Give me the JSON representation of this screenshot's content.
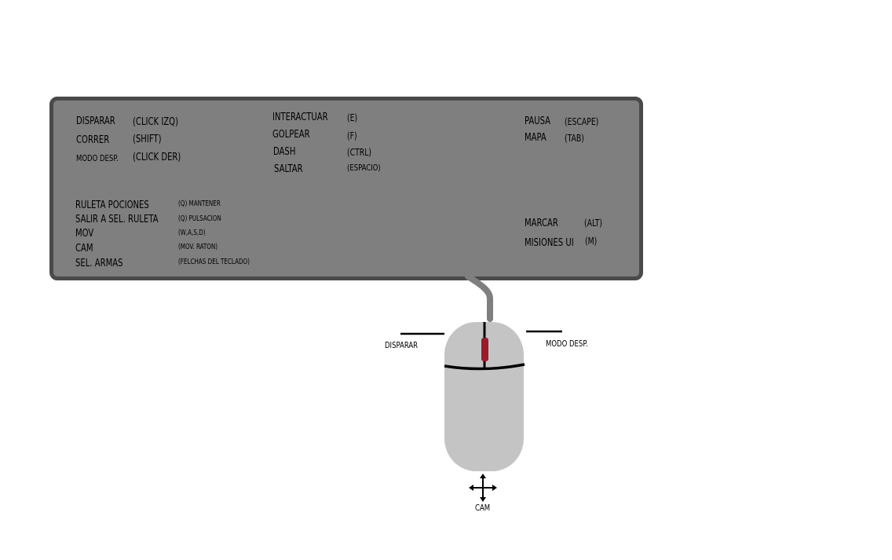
{
  "controls_panel": {
    "col1_top": [
      {
        "action": "DISPARAR",
        "key": "(CLICK IZQ)"
      },
      {
        "action": "CORRER",
        "key": "(SHIFT)"
      },
      {
        "action": "MODO DESP.",
        "key": "(CLICK DER)"
      }
    ],
    "col2_top": [
      {
        "action": "INTERACTUAR",
        "key": "(E)"
      },
      {
        "action": "GOLPEAR",
        "key": "(F)"
      },
      {
        "action": "DASH",
        "key": "(CTRL)"
      },
      {
        "action": "SALTAR",
        "key": "(ESPACIO)"
      }
    ],
    "col3_top": [
      {
        "action": "PAUSA",
        "key": "(ESCAPE)"
      },
      {
        "action": "MAPA",
        "key": "(TAB)"
      }
    ],
    "col1_bottom": [
      {
        "action": "RULETA POCIONES",
        "key": "(Q)  MANTENER"
      },
      {
        "action": "SALIR A SEL. RULETA",
        "key": "(Q)  PULSACION"
      },
      {
        "action": "MOV",
        "key": "(W,A,S,D)"
      },
      {
        "action": "CAM",
        "key": "(MOV. RATON)"
      },
      {
        "action": "SEL. ARMAS",
        "key": "(FELCHAS DEL TECLADO)"
      }
    ],
    "col3_bottom": [
      {
        "action": "MARCAR",
        "key": "(ALT)"
      },
      {
        "action": "MISIONES UI",
        "key": "(M)"
      }
    ]
  },
  "mouse": {
    "left_label": "DISPARAR",
    "right_label": "MODO DESP.",
    "move_label": "CAM",
    "move_icon": "move-arrows-icon",
    "wheel_color": "#9b1b2a",
    "body_color": "#c4c4c4",
    "cable_color": "#7f7f7f"
  }
}
